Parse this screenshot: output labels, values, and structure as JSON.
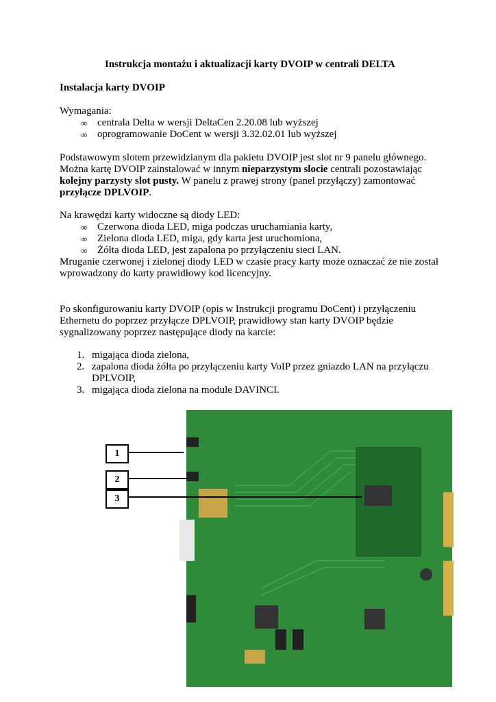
{
  "title": "Instrukcja montażu i aktualizacji karty DVOIP w centrali DELTA",
  "section_heading": "Instalacja karty DVOIP",
  "requirements": {
    "label": "Wymagania:",
    "bullet": "∞",
    "items": [
      "centrala Delta w wersji DeltaCen 2.20.08 lub wyższej",
      "oprogramowanie DoCent w wersji 3.32.02.01 lub wyższej"
    ]
  },
  "install_paragraph": {
    "l1": "Podstawowym slotem przewidzianym dla pakietu DVOIP jest slot nr 9 panelu głównego.",
    "l2a": "Można kartę DVOIP zainstalować w innym ",
    "l2b": "nieparzystym slocie",
    "l2c": " centrali pozostawiając",
    "l3a": "kolejny parzysty slot pusty.",
    "l3b": " W panelu z prawej strony (panel przyłączy) zamontować",
    "l4a": "przyłącze DPLVOIP",
    "l4b": "."
  },
  "led": {
    "intro": "Na krawędzi karty widoczne są diody LED:",
    "items": [
      "Czerwona dioda LED, miga podczas uruchamiania karty,",
      "Zielona dioda LED, miga, gdy karta jest uruchomiona,",
      "Żółta dioda LED, jest zapalona po przyłączeniu sieci LAN."
    ],
    "note_l1": "Mruganie czerwonej i zielonej diody LED w czasie pracy karty może oznaczać że nie został",
    "note_l2": "wprowadzony do karty prawidłowy kod licencyjny."
  },
  "config": {
    "l1": "Po skonfigurowaniu karty DVOIP (opis w Instrukcji programu DoCent) i przyłączeniu",
    "l2": "Ethernetu do poprzez przyłącze DPLVOIP, prawidłowy stan karty DVOIP będzie",
    "l3": "sygnalizowany poprzez następujące diody na karcie:",
    "items": [
      {
        "n": "1.",
        "l1": "migająca dioda zielona,"
      },
      {
        "n": "2.",
        "l1": "zapalona dioda żółta po przyłączeniu karty VoIP przez gniazdo LAN na przyłączu",
        "l2": "DPLVOIP,"
      },
      {
        "n": "3.",
        "l1": "migająca dioda zielona na module DAVINCI."
      }
    ]
  },
  "photo": {
    "callouts": [
      "1",
      "2",
      "3"
    ],
    "pcb_color": "#2f8a3a"
  }
}
